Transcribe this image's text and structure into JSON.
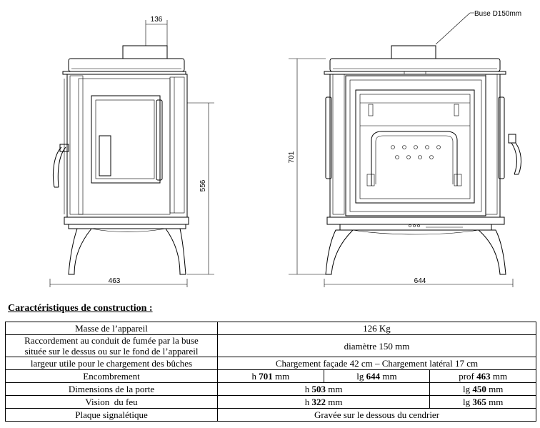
{
  "drawing": {
    "dimensions": {
      "flue_offset": "136",
      "door_height": "556",
      "depth": "463",
      "height": "701",
      "width": "644"
    },
    "flue_label": "Buse D150mm"
  },
  "section_title": "Caractéristiques de construction :",
  "specs": {
    "mass": {
      "label": "Masse de l’appareil",
      "value": "126 Kg"
    },
    "connection": {
      "label_line1": "Raccordement au conduit de fumée par la buse",
      "label_line2": "située sur le dessus ou sur le fond de l’appareil",
      "value": "diamètre 150 mm"
    },
    "log_length": {
      "label": "largeur utile pour le chargement des bûches",
      "value": "Chargement façade 42 cm – Chargement latéral 17 cm"
    },
    "footprint": {
      "label": "Encombrement",
      "h_prefix": "h ",
      "h_value": "701",
      "h_unit": " mm",
      "lg_prefix": "lg ",
      "lg_value": "644",
      "lg_unit": " mm",
      "prof_prefix": "prof ",
      "prof_value": "463",
      "prof_unit": " mm"
    },
    "door": {
      "label": "Dimensions de la porte",
      "h_prefix": "h ",
      "h_value": "503",
      "h_unit": " mm",
      "lg_prefix": "lg ",
      "lg_value": "450",
      "lg_unit": " mm"
    },
    "fire_view": {
      "label": "Vision  du feu",
      "h_prefix": "h ",
      "h_value": "322",
      "h_unit": " mm",
      "lg_prefix": "lg ",
      "lg_value": "365",
      "lg_unit": " mm"
    },
    "plate": {
      "label": "Plaque signalétique",
      "value": "Gravée sur le dessous du cendrier"
    }
  }
}
